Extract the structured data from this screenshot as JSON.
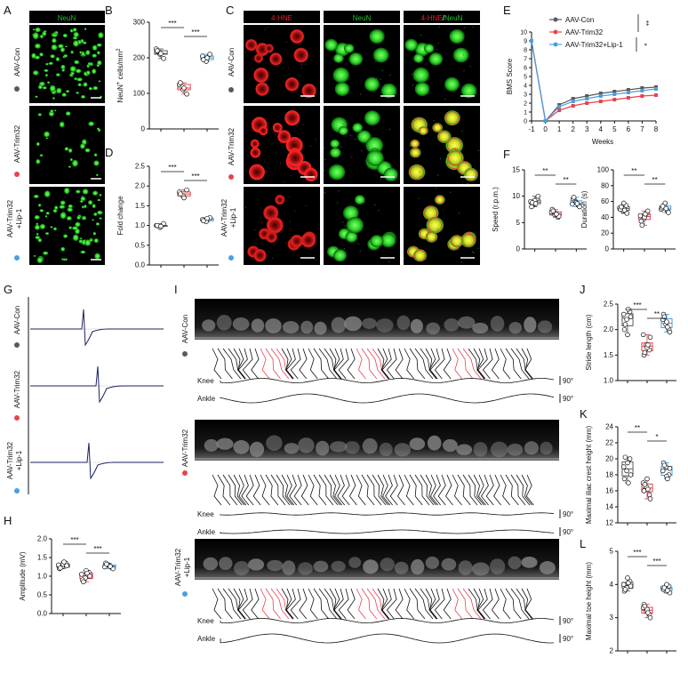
{
  "panel_letters": {
    "A": "A",
    "B": "B",
    "C": "C",
    "D": "D",
    "E": "E",
    "F": "F",
    "G": "G",
    "H": "H",
    "I": "I",
    "J": "J",
    "K": "K",
    "L": "L"
  },
  "groups": {
    "con": "AAV-Con",
    "trim": "AAV-Trim32",
    "lip_1": "AAV-Trim32",
    "lip_2": "+Lip-1"
  },
  "colors": {
    "con": "#5a5a5a",
    "trim": "#e8434a",
    "lip": "#4a9fe0",
    "neun": "#22c02a",
    "hne": "#e0202a"
  },
  "A": {
    "header": "NeuN"
  },
  "C": {
    "headers": {
      "hne": "4-HNE",
      "neun": "NeuN",
      "merge_a": "4-HNE",
      "merge_sep": "/",
      "merge_b": "NeuN"
    }
  },
  "I": {
    "knee": "Knee",
    "ankle": "Ankle",
    "deg": "90°"
  },
  "chart_data": [
    {
      "panel": "B",
      "type": "box",
      "ylabel": "NeuN+ cells/mm2",
      "ylabel_main": "NeuN",
      "ylabel_sup": "+",
      "ylabel_rest": " cells/mm",
      "ylabel_sup2": "2",
      "ylim": [
        0,
        300
      ],
      "yticks": [
        "0",
        "100",
        "200",
        "300"
      ],
      "series": [
        {
          "group": "con",
          "values": [
            225,
            210,
            198,
            220,
            212
          ]
        },
        {
          "group": "trim",
          "values": [
            125,
            110,
            98,
            130,
            115
          ]
        },
        {
          "group": "lip",
          "values": [
            205,
            190,
            210,
            195,
            200
          ]
        }
      ],
      "sig": [
        "***",
        "***"
      ]
    },
    {
      "panel": "D",
      "type": "box",
      "ylabel": "Fold change",
      "ylim": [
        0,
        2.5
      ],
      "yticks": [
        "0.0",
        "0.5",
        "1.0",
        "1.5",
        "2.0",
        "2.5"
      ],
      "series": [
        {
          "group": "con",
          "values": [
            1.0,
            0.95,
            1.05,
            1.0,
            0.98
          ]
        },
        {
          "group": "trim",
          "values": [
            1.85,
            1.75,
            1.9,
            1.8,
            1.7
          ]
        },
        {
          "group": "lip",
          "values": [
            1.15,
            1.1,
            1.2,
            1.12,
            1.18
          ]
        }
      ],
      "sig": [
        "***",
        "***"
      ]
    },
    {
      "panel": "E",
      "type": "line",
      "xlabel": "Weeks",
      "ylabel": "BMS Score",
      "ylim": [
        0,
        10
      ],
      "yticks": [
        "0",
        "1",
        "2",
        "3",
        "4",
        "5",
        "6",
        "7",
        "8",
        "9",
        "10"
      ],
      "x": [
        -1,
        0,
        1,
        2,
        3,
        4,
        5,
        6,
        7,
        8
      ],
      "xticks": [
        "-1",
        "0",
        "1",
        "2",
        "3",
        "4",
        "5",
        "6",
        "7",
        "8"
      ],
      "series": [
        {
          "name": "AAV-Con",
          "group": "con",
          "values": [
            9,
            0,
            1.8,
            2.5,
            2.8,
            3.1,
            3.3,
            3.5,
            3.7,
            3.8
          ]
        },
        {
          "name": "AAV-Trim32",
          "group": "trim",
          "values": [
            9,
            0,
            1.2,
            1.7,
            2.0,
            2.2,
            2.4,
            2.6,
            2.8,
            2.9
          ]
        },
        {
          "name": "AAV-Trim32+Lip-1",
          "group": "lip",
          "values": [
            9,
            0,
            1.6,
            2.2,
            2.5,
            2.8,
            3.0,
            3.2,
            3.4,
            3.6
          ]
        }
      ],
      "sig": [
        "**",
        "*"
      ]
    },
    {
      "panel": "F1",
      "type": "box",
      "ylabel": "Speed (r.p.m.)",
      "ylim": [
        0,
        15
      ],
      "yticks": [
        "0",
        "5",
        "10",
        "15"
      ],
      "series": [
        {
          "group": "con",
          "values": [
            9,
            8.5,
            9.5,
            8,
            9.2,
            10,
            8.8,
            8.6
          ]
        },
        {
          "group": "trim",
          "values": [
            7,
            6.5,
            6,
            7.5,
            6.8,
            6.2,
            7.2,
            6.6
          ]
        },
        {
          "group": "lip",
          "values": [
            8.5,
            9,
            8.2,
            9.5,
            8.8,
            8,
            9.8,
            8.6
          ]
        }
      ],
      "sig": [
        "**",
        "**"
      ]
    },
    {
      "panel": "F2",
      "type": "box",
      "ylabel": "Duration (s)",
      "ylim": [
        0,
        100
      ],
      "yticks": [
        "0",
        "20",
        "40",
        "60",
        "80",
        "100"
      ],
      "series": [
        {
          "group": "con",
          "values": [
            52,
            48,
            55,
            50,
            58,
            45,
            53,
            49
          ]
        },
        {
          "group": "trim",
          "values": [
            42,
            38,
            45,
            35,
            40,
            48,
            30,
            44
          ]
        },
        {
          "group": "lip",
          "values": [
            50,
            55,
            48,
            52,
            58,
            46,
            54,
            51
          ]
        }
      ],
      "sig": [
        "**",
        "**"
      ]
    },
    {
      "panel": "H",
      "type": "box",
      "ylabel": "Amplitude (mV)",
      "ylim": [
        0,
        2.0
      ],
      "yticks": [
        "0.0",
        "0.5",
        "1.0",
        "1.5",
        "2.0"
      ],
      "series": [
        {
          "group": "con",
          "values": [
            1.3,
            1.25,
            1.35,
            1.2,
            1.32,
            1.28,
            1.22,
            1.38
          ]
        },
        {
          "group": "trim",
          "values": [
            1.05,
            0.95,
            1.1,
            0.9,
            1.15,
            1.0,
            0.85,
            1.08
          ]
        },
        {
          "group": "lip",
          "values": [
            1.25,
            1.3,
            1.22,
            1.35,
            1.28,
            1.2,
            1.32,
            1.26
          ]
        }
      ],
      "sig": [
        "***",
        "***"
      ]
    },
    {
      "panel": "J",
      "type": "box",
      "ylabel": "Stride length (cm)",
      "ylim": [
        1.0,
        2.5
      ],
      "yticks": [
        "1.0",
        "1.5",
        "2.0",
        "2.5"
      ],
      "series": [
        {
          "group": "con",
          "values": [
            2.3,
            2.2,
            2.35,
            2.0,
            1.9,
            2.25,
            2.1,
            2.4
          ]
        },
        {
          "group": "trim",
          "values": [
            1.9,
            1.7,
            1.6,
            1.5,
            1.65,
            1.85,
            1.55,
            1.7
          ]
        },
        {
          "group": "lip",
          "values": [
            2.2,
            2.1,
            2.0,
            2.3,
            2.15,
            1.95,
            2.25,
            2.05
          ]
        }
      ],
      "sig": [
        "***",
        "**"
      ]
    },
    {
      "panel": "K",
      "type": "box",
      "ylabel": "Maximal iliac crest height (mm)",
      "ylim": [
        12,
        24
      ],
      "yticks": [
        "12",
        "14",
        "16",
        "18",
        "20",
        "22",
        "24"
      ],
      "series": [
        {
          "group": "con",
          "values": [
            19,
            18.5,
            20,
            17.5,
            19.5,
            18,
            20.2,
            17
          ]
        },
        {
          "group": "trim",
          "values": [
            17,
            16.5,
            15.5,
            16,
            17.5,
            15,
            16.8,
            16.2
          ]
        },
        {
          "group": "lip",
          "values": [
            18.5,
            19,
            18,
            19.5,
            17.8,
            18.8,
            19.2,
            17.5
          ]
        }
      ],
      "sig": [
        "**",
        "*"
      ]
    },
    {
      "panel": "L",
      "type": "box",
      "ylabel": "Maximal toe height (mm)",
      "ylim": [
        2,
        5
      ],
      "yticks": [
        "2",
        "3",
        "4",
        "5"
      ],
      "series": [
        {
          "group": "con",
          "values": [
            4.0,
            3.9,
            4.1,
            3.8,
            4.2,
            3.95,
            3.85,
            4.05
          ]
        },
        {
          "group": "trim",
          "values": [
            3.3,
            3.2,
            3.1,
            3.4,
            3.25,
            3.0,
            3.35,
            3.15
          ]
        },
        {
          "group": "lip",
          "values": [
            3.9,
            3.8,
            3.95,
            3.85,
            4.0,
            3.75,
            3.9,
            3.82
          ]
        }
      ],
      "sig": [
        "***",
        "***"
      ]
    }
  ]
}
